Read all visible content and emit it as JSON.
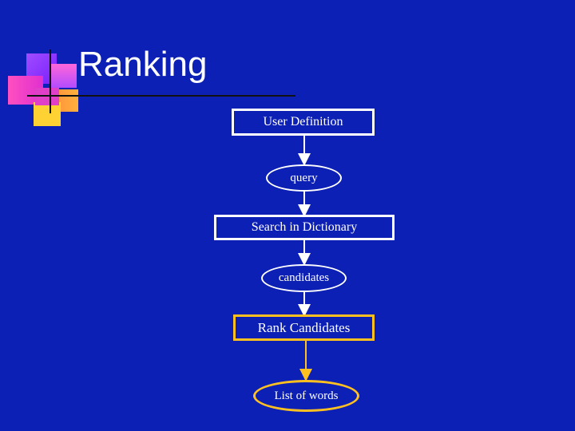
{
  "slide": {
    "title": "Ranking"
  },
  "flow": {
    "nodes": [
      {
        "id": "user",
        "label": "User Definition"
      },
      {
        "id": "query",
        "label": "query"
      },
      {
        "id": "search",
        "label": "Search in Dictionary"
      },
      {
        "id": "candidates",
        "label": "candidates"
      },
      {
        "id": "rank",
        "label": "Rank Candidates"
      },
      {
        "id": "list",
        "label": "List of words"
      }
    ],
    "edges": [
      [
        "user",
        "query"
      ],
      [
        "query",
        "search"
      ],
      [
        "search",
        "candidates"
      ],
      [
        "candidates",
        "rank"
      ],
      [
        "rank",
        "list"
      ]
    ]
  },
  "colors": {
    "background": "#0d20b5",
    "text": "#ffffff",
    "highlight": "#ffc020"
  }
}
